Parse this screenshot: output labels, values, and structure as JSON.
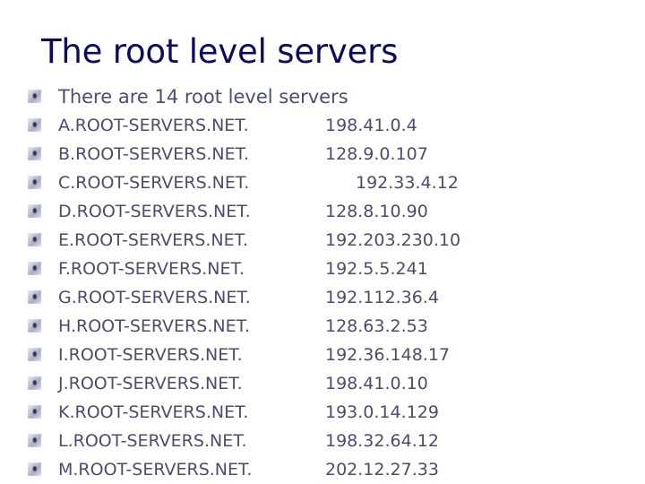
{
  "slide": {
    "title": "The root level servers",
    "intro": "There are 14 root level servers",
    "bullet_icon": "square-bullet-icon",
    "colors": {
      "title": "#0b0b5e",
      "body": "#4a4d6e",
      "background": "#ffffff"
    },
    "servers": [
      {
        "name": "A.ROOT-SERVERS.NET.",
        "ip": "198.41.0.4",
        "indent_ip": false
      },
      {
        "name": "B.ROOT-SERVERS.NET.",
        "ip": "128.9.0.107",
        "indent_ip": false
      },
      {
        "name": "C.ROOT-SERVERS.NET.",
        "ip": "192.33.4.12",
        "indent_ip": true
      },
      {
        "name": "D.ROOT-SERVERS.NET.",
        "ip": "128.8.10.90",
        "indent_ip": false
      },
      {
        "name": "E.ROOT-SERVERS.NET.",
        "ip": "192.203.230.10",
        "indent_ip": false
      },
      {
        "name": "F.ROOT-SERVERS.NET.",
        "ip": "192.5.5.241",
        "indent_ip": false
      },
      {
        "name": "G.ROOT-SERVERS.NET.",
        "ip": "192.112.36.4",
        "indent_ip": false
      },
      {
        "name": "H.ROOT-SERVERS.NET.",
        "ip": "128.63.2.53",
        "indent_ip": false
      },
      {
        "name": "I.ROOT-SERVERS.NET.",
        "ip": "192.36.148.17",
        "indent_ip": false
      },
      {
        "name": "J.ROOT-SERVERS.NET.",
        "ip": "198.41.0.10",
        "indent_ip": false
      },
      {
        "name": "K.ROOT-SERVERS.NET.",
        "ip": "193.0.14.129",
        "indent_ip": false
      },
      {
        "name": "L.ROOT-SERVERS.NET.",
        "ip": "198.32.64.12",
        "indent_ip": false
      },
      {
        "name": "M.ROOT-SERVERS.NET.",
        "ip": "202.12.27.33",
        "indent_ip": false
      }
    ]
  }
}
